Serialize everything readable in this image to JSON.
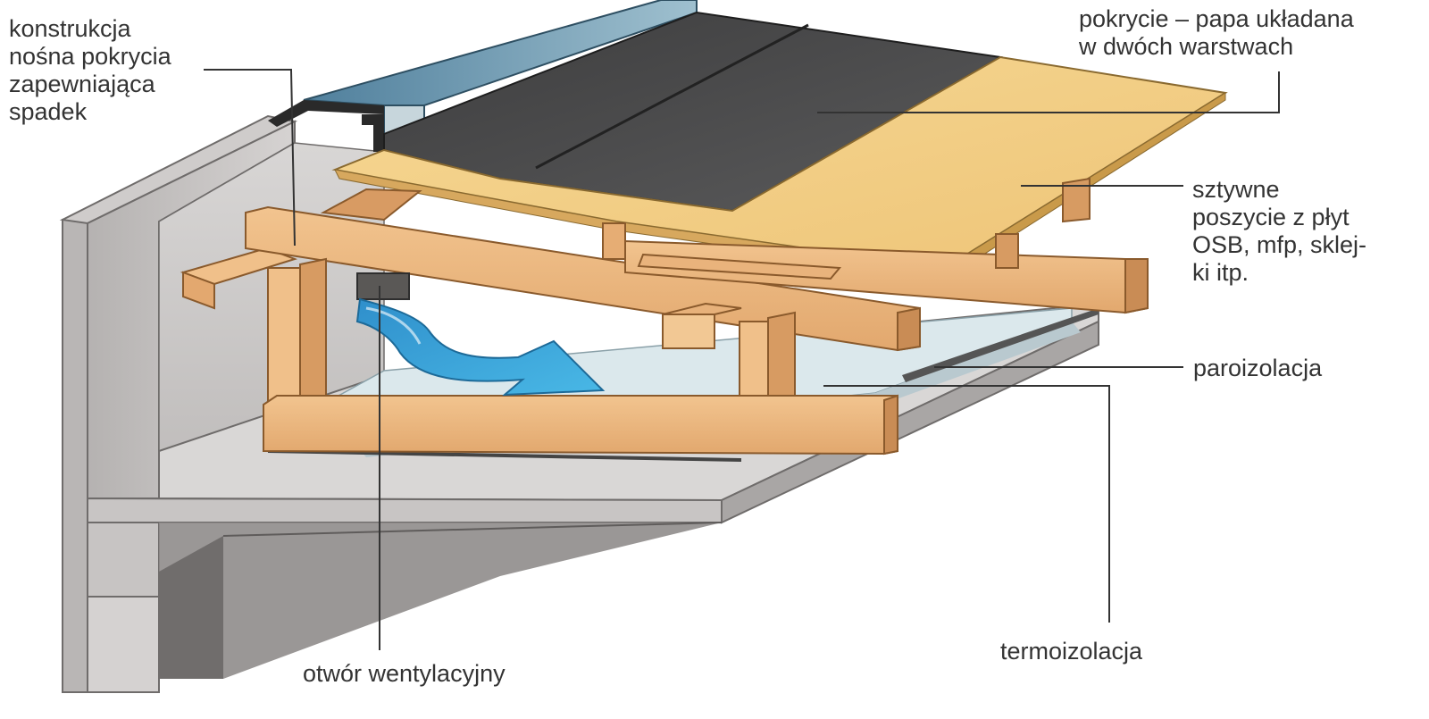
{
  "labels": {
    "konstrukcja": [
      "konstrukcja",
      "nośna pokrycia",
      "zapewniająca",
      "spadek"
    ],
    "pokrycie": [
      "pokrycie – papa układana",
      "w dwóch warstwach"
    ],
    "sztywne": [
      "sztywne",
      "poszycie z płyt",
      "OSB, mfp, sklej-",
      "ki itp."
    ],
    "paroizolacja": [
      "paroizolacja"
    ],
    "termoizolacja": [
      "termoizolacja"
    ],
    "otwor": [
      "otwór wentylacyjny"
    ]
  },
  "colors": {
    "concrete": "#cfcccb",
    "concrete_dark": "#8d8a89",
    "roofing_felt": "#4a4a4b",
    "osb_board": "#f2cf84",
    "timber": "#e9b37c",
    "timber_dark": "#c98f5c",
    "insulation": "#d7e6ea",
    "flashing": "#5f8da7",
    "airflow_arrow": "#3aa6d9",
    "leader_line": "#333333"
  }
}
